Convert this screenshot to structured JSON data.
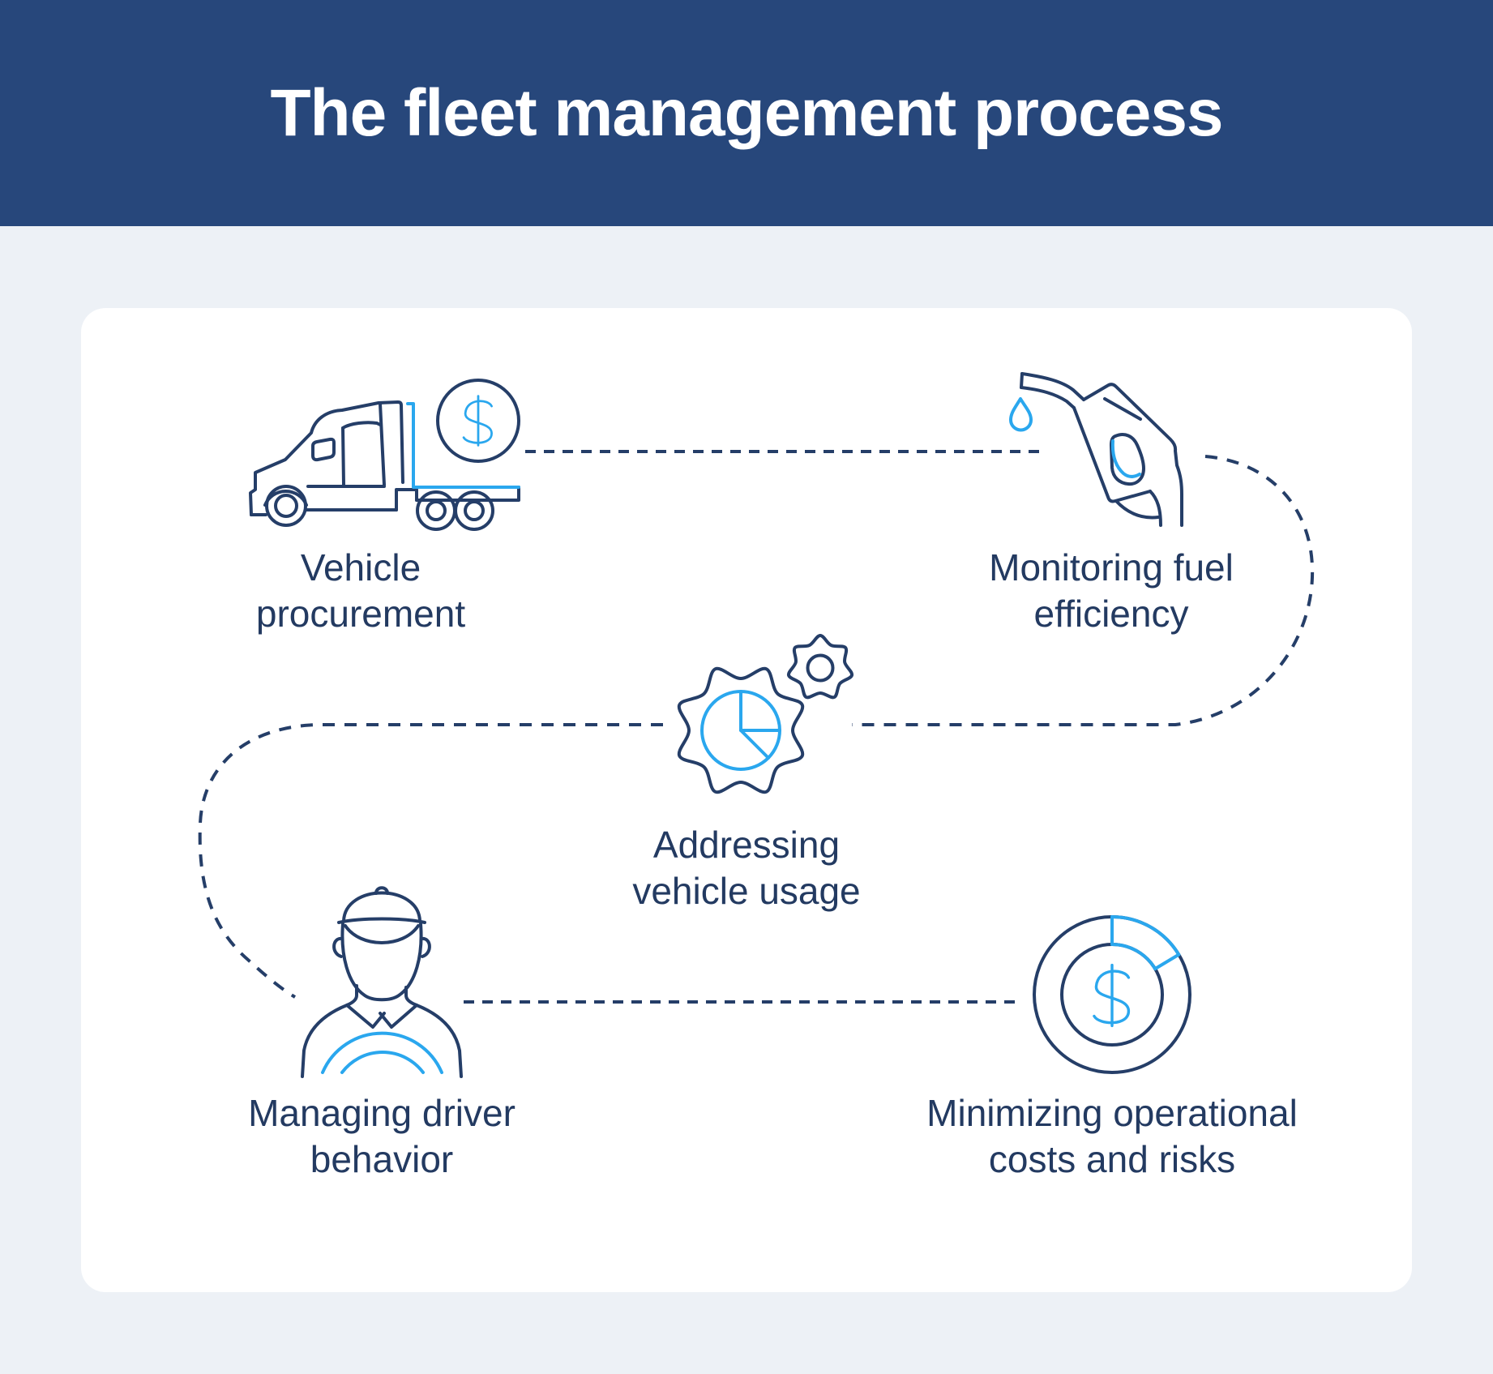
{
  "title": "The fleet management process",
  "currency_symbol": "$",
  "colors": {
    "header_bg": "#27477b",
    "page_bg": "#edf1f6",
    "card_bg": "#ffffff",
    "line_navy": "#253e68",
    "text_navy": "#233a61",
    "accent_blue": "#2aa7ee",
    "title_text": "#ffffff"
  },
  "steps": [
    {
      "id": "vehicle-procurement",
      "label": "Vehicle procurement",
      "icon": "truck-with-dollar-coin-icon"
    },
    {
      "id": "monitoring-fuel-efficiency",
      "label": "Monitoring fuel efficiency",
      "icon": "fuel-nozzle-icon"
    },
    {
      "id": "addressing-vehicle-usage",
      "label": "Addressing vehicle usage",
      "icon": "gears-pie-chart-icon"
    },
    {
      "id": "managing-driver-behavior",
      "label": "Managing driver behavior",
      "icon": "driver-steering-wheel-icon"
    },
    {
      "id": "minimizing-operational-costs",
      "label": "Minimizing operational costs and risks",
      "icon": "donut-chart-dollar-icon"
    }
  ],
  "flow": {
    "style": "dashed-line",
    "connections": [
      "vehicle-procurement -> monitoring-fuel-efficiency",
      "monitoring-fuel-efficiency -> addressing-vehicle-usage",
      "addressing-vehicle-usage -> managing-driver-behavior",
      "managing-driver-behavior -> minimizing-operational-costs"
    ]
  }
}
